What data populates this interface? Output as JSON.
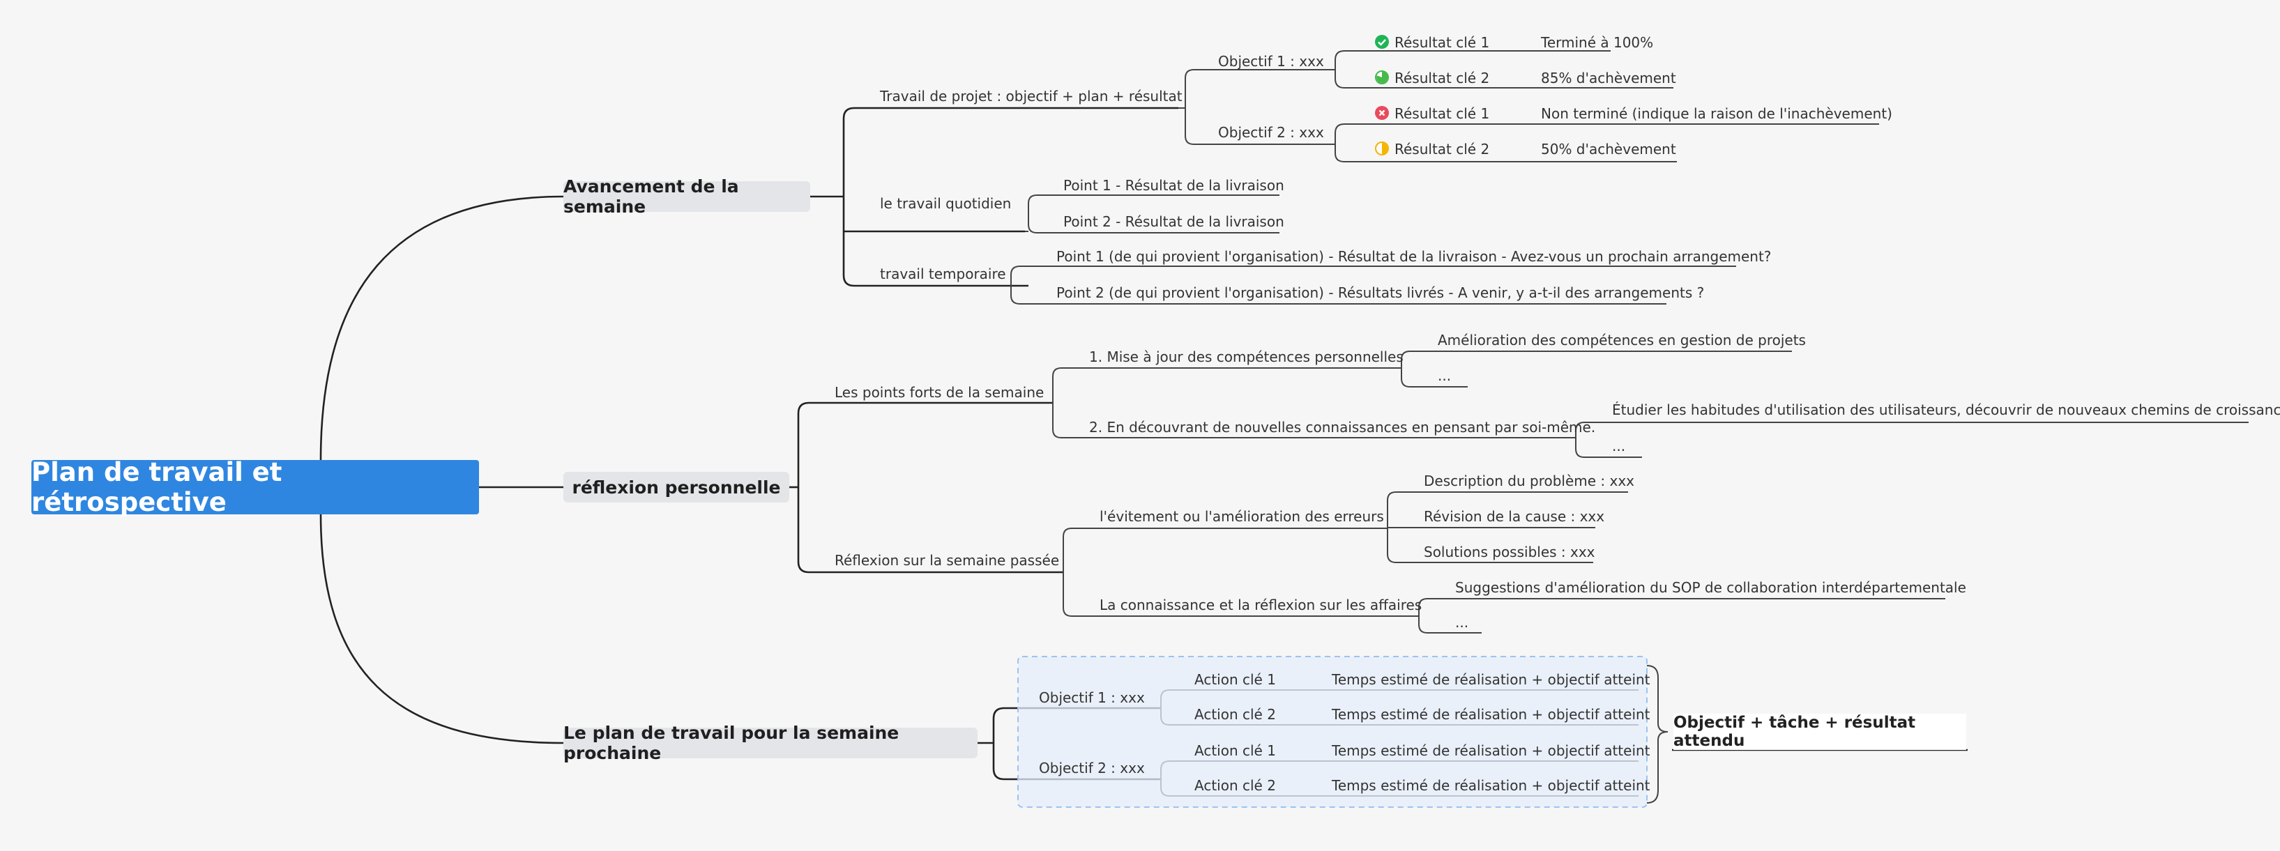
{
  "root": "Plan de travail et rétrospective",
  "branches": {
    "b1": {
      "label": "Avancement de la semaine",
      "projet": {
        "label": "Travail de projet : objectif + plan + résultat",
        "obj1": {
          "label": "Objectif 1 : xxx",
          "kr1": {
            "label": "Résultat clé 1",
            "value": "Terminé à 100%"
          },
          "kr2": {
            "label": "Résultat clé 2",
            "value": "85% d'achèvement"
          }
        },
        "obj2": {
          "label": "Objectif 2 : xxx",
          "kr1": {
            "label": "Résultat clé 1",
            "value": "Non terminé (indique la raison de l'inachèvement)"
          },
          "kr2": {
            "label": "Résultat clé 2",
            "value": "50% d'achèvement"
          }
        }
      },
      "quotidien": {
        "label": "le travail quotidien",
        "p1": "Point 1 - Résultat de la livraison",
        "p2": "Point 2 - Résultat de la livraison"
      },
      "temporaire": {
        "label": "travail temporaire",
        "p1": "Point 1 (de qui provient l'organisation) - Résultat de la livraison - Avez-vous un prochain arrangement?",
        "p2": "Point 2 (de qui provient l'organisation) - Résultats livrés - A venir, y a-t-il des arrangements ?"
      }
    },
    "b2": {
      "label": "réflexion personnelle",
      "forts": {
        "label": "Les points forts de la semaine",
        "c1": {
          "label": "1. Mise à jour des compétences personnelles",
          "l1": "Amélioration des compétences en gestion de projets",
          "l2": "..."
        },
        "c2": {
          "label": "2. En découvrant de nouvelles connaissances en pensant par soi-même.",
          "l1": "Étudier les habitudes d'utilisation des utilisateurs, découvrir de nouveaux chemins de croissance",
          "l2": "..."
        }
      },
      "passee": {
        "label": "Réflexion sur la semaine passée",
        "c1": {
          "label": "l'évitement ou l'amélioration des erreurs",
          "l1": "Description du problème : xxx",
          "l2": "Révision de la cause : xxx",
          "l3": "Solutions possibles : xxx"
        },
        "c2": {
          "label": "La connaissance et la réflexion sur les affaires",
          "l1": "Suggestions d'amélioration du SOP de collaboration interdépartementale",
          "l2": "..."
        }
      }
    },
    "b3": {
      "label": "Le plan de travail pour la semaine prochaine",
      "obj1": {
        "label": "Objectif 1 : xxx",
        "a1": {
          "label": "Action clé 1",
          "value": "Temps estimé de réalisation + objectif atteint"
        },
        "a2": {
          "label": "Action clé 2",
          "value": "Temps estimé de réalisation + objectif atteint"
        }
      },
      "obj2": {
        "label": "Objectif 2 : xxx",
        "a1": {
          "label": "Action clé 1",
          "value": "Temps estimé de réalisation + objectif atteint"
        },
        "a2": {
          "label": "Action clé 2",
          "value": "Temps estimé de réalisation + objectif atteint"
        }
      },
      "summary": "Objectif + tâche + résultat attendu"
    }
  },
  "icons": {
    "done": "check-circle-icon",
    "p85": "pie-85-icon",
    "fail": "cross-circle-icon",
    "p50": "half-pie-icon"
  },
  "colors": {
    "root": "#2f86e0",
    "done": "#1fb457",
    "fail": "#e94b5b",
    "progress85": "#46b94a",
    "progress50": "#f4b400",
    "plan_box": "#9cc3ef"
  }
}
